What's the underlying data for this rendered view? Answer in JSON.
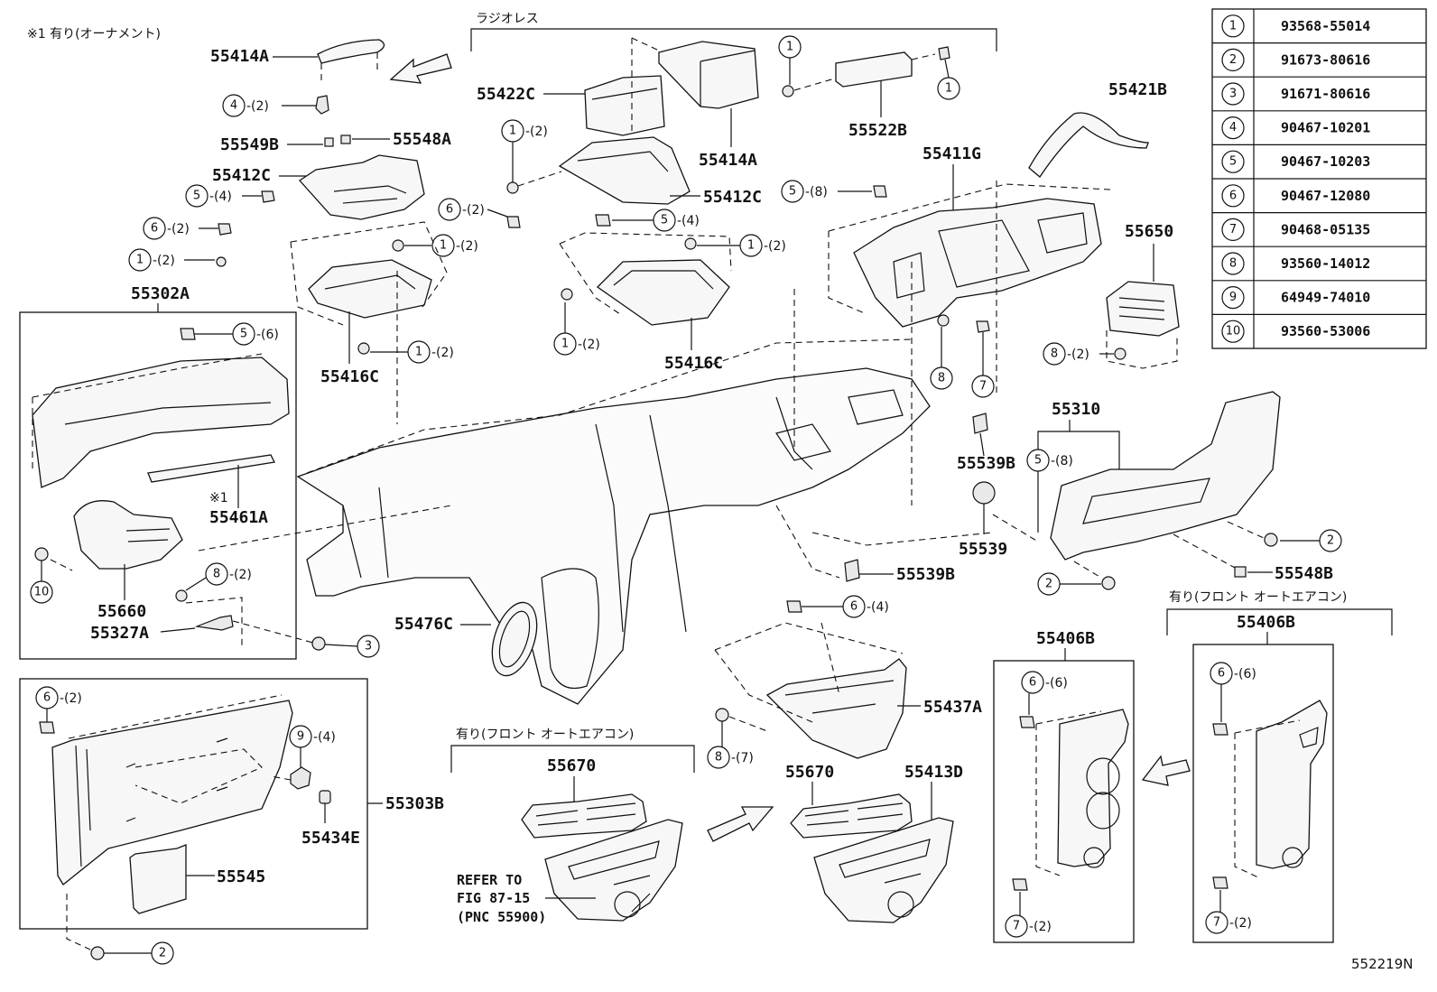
{
  "notes": {
    "ornament_note": "※1  有り(オーナメント)",
    "radioless": "ラジオレス",
    "front_auto_ac_1": "有り(フロント  オートエアコン)",
    "front_auto_ac_2": "有り(フロント  オートエアコン)",
    "ref_mark": "※1",
    "refer_to_1": "REFER TO",
    "refer_to_2": "FIG 87-15",
    "refer_to_3": "(PNC 55900)",
    "diagram_code": "552219N"
  },
  "parts": {
    "p55414A_top": "55414A",
    "p55422C": "55422C",
    "p55522B": "55522B",
    "p55421B": "55421B",
    "p55549B": "55549B",
    "p55548A": "55548A",
    "p55412C_left": "55412C",
    "p55414A_mid": "55414A",
    "p55411G": "55411G",
    "p55412C_mid": "55412C",
    "p55650": "55650",
    "p55302A": "55302A",
    "p55416C_left": "55416C",
    "p55416C_mid": "55416C",
    "p55310": "55310",
    "p55461A": "55461A",
    "p55539B_top": "55539B",
    "p55539": "55539",
    "p55660": "55660",
    "p55327A": "55327A",
    "p55539B_bot": "55539B",
    "p55548B": "55548B",
    "p55476C": "55476C",
    "p55406B_left": "55406B",
    "p55406B_right": "55406B",
    "p55437A": "55437A",
    "p55303B": "55303B",
    "p55670_left": "55670",
    "p55670_right": "55670",
    "p55413D": "55413D",
    "p55434E": "55434E",
    "p55545": "55545"
  },
  "callouts": {
    "c4_2": {
      "num": "4",
      "qty": "-(2)"
    },
    "c1_2_a": {
      "num": "1",
      "qty": "-(2)"
    },
    "c1_top": {
      "num": "1",
      "qty": ""
    },
    "c1_right": {
      "num": "1",
      "qty": ""
    },
    "c5_4_a": {
      "num": "5",
      "qty": "-(4)"
    },
    "c6_2_a": {
      "num": "6",
      "qty": "-(2)"
    },
    "c1_2_b": {
      "num": "1",
      "qty": "-(2)"
    },
    "c1_2_c": {
      "num": "1",
      "qty": "-(2)"
    },
    "c6_2_b": {
      "num": "6",
      "qty": "-(2)"
    },
    "c5_4_b": {
      "num": "5",
      "qty": "-(4)"
    },
    "c1_2_d": {
      "num": "1",
      "qty": "-(2)"
    },
    "c5_8_a": {
      "num": "5",
      "qty": "-(8)"
    },
    "c5_6": {
      "num": "5",
      "qty": "-(6)"
    },
    "c1_2_e": {
      "num": "1",
      "qty": "-(2)"
    },
    "c1_2_f": {
      "num": "1",
      "qty": "-(2)"
    },
    "c8_2_a": {
      "num": "8",
      "qty": "-(2)"
    },
    "c8_a": {
      "num": "8",
      "qty": ""
    },
    "c7_a": {
      "num": "7",
      "qty": ""
    },
    "c5_8_b": {
      "num": "5",
      "qty": "-(8)"
    },
    "c2_a": {
      "num": "2",
      "qty": ""
    },
    "c2_b": {
      "num": "2",
      "qty": ""
    },
    "c10": {
      "num": "10",
      "qty": ""
    },
    "c8_2_b": {
      "num": "8",
      "qty": "-(2)"
    },
    "c3": {
      "num": "3",
      "qty": ""
    },
    "c6_4": {
      "num": "6",
      "qty": "-(4)"
    },
    "c6_2_c": {
      "num": "6",
      "qty": "-(2)"
    },
    "c9_4": {
      "num": "9",
      "qty": "-(4)"
    },
    "c8_7": {
      "num": "8",
      "qty": "-(7)"
    },
    "c6_6_a": {
      "num": "6",
      "qty": "-(6)"
    },
    "c6_6_b": {
      "num": "6",
      "qty": "-(6)"
    },
    "c7_2_a": {
      "num": "7",
      "qty": "-(2)"
    },
    "c7_2_b": {
      "num": "7",
      "qty": "-(2)"
    },
    "c2_c": {
      "num": "2",
      "qty": ""
    }
  },
  "legend": [
    {
      "num": "1",
      "code": "93568-55014"
    },
    {
      "num": "2",
      "code": "91673-80616"
    },
    {
      "num": "3",
      "code": "91671-80616"
    },
    {
      "num": "4",
      "code": "90467-10201"
    },
    {
      "num": "5",
      "code": "90467-10203"
    },
    {
      "num": "6",
      "code": "90467-12080"
    },
    {
      "num": "7",
      "code": "90468-05135"
    },
    {
      "num": "8",
      "code": "93560-14012"
    },
    {
      "num": "9",
      "code": "64949-74010"
    },
    {
      "num": "10",
      "code": "93560-53006"
    }
  ]
}
